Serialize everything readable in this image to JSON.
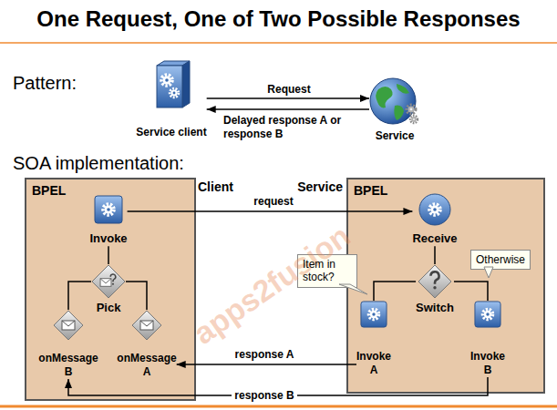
{
  "diagram": {
    "title": "One Request, One of Two Possible Responses",
    "nodes": [
      {
        "text": [
          "Service client"
        ]
      },
      {
        "text": [
          "Service"
        ]
      },
      {
        "text": [
          "BPEL",
          "Client"
        ]
      },
      {
        "text": [
          "Invoke"
        ],
        "in": 2
      },
      {
        "text": [
          "Pick"
        ],
        "in": 2
      },
      {
        "text": [
          "onMessage B"
        ],
        "in": 2
      },
      {
        "text": [
          "onMessage A"
        ],
        "in": 2
      },
      {
        "text": [
          "Service",
          "BPEL"
        ]
      },
      {
        "text": [
          "Receive"
        ],
        "in": 7
      },
      {
        "text": [
          "Item in stock?"
        ]
      },
      {
        "text": [
          "Switch"
        ],
        "in": 7
      },
      {
        "text": [
          "Otherwise"
        ],
        "in": 7
      },
      {
        "text": [
          "Invoke A"
        ],
        "in": 7
      },
      {
        "text": [
          "Invoke B"
        ],
        "in": 7
      }
    ],
    "edges": [
      {
        "from": 0,
        "to": 1,
        "label": "Request",
        "arrow": "to"
      },
      {
        "from": 1,
        "to": 0,
        "label": "Delayed response A or response B",
        "arrow": "to"
      },
      {
        "from": 3,
        "to": 4,
        "arrow": "none"
      },
      {
        "from": 4,
        "to": 5,
        "arrow": "none"
      },
      {
        "from": 4,
        "to": 6,
        "arrow": "none"
      },
      {
        "from": 3,
        "to": 8,
        "label": "request",
        "arrow": "to"
      },
      {
        "from": 8,
        "to": 10,
        "arrow": "none"
      },
      {
        "from": 10,
        "to": 12,
        "arrow": "none"
      },
      {
        "from": 10,
        "to": 13,
        "arrow": "none"
      },
      {
        "from": 12,
        "to": 6,
        "label": "response A",
        "arrow": "to"
      },
      {
        "from": 13,
        "to": 5,
        "label": "response B",
        "arrow": "to"
      }
    ],
    "labels": [
      "Pattern:",
      "SOA implementation:",
      "apps2fusion"
    ]
  }
}
